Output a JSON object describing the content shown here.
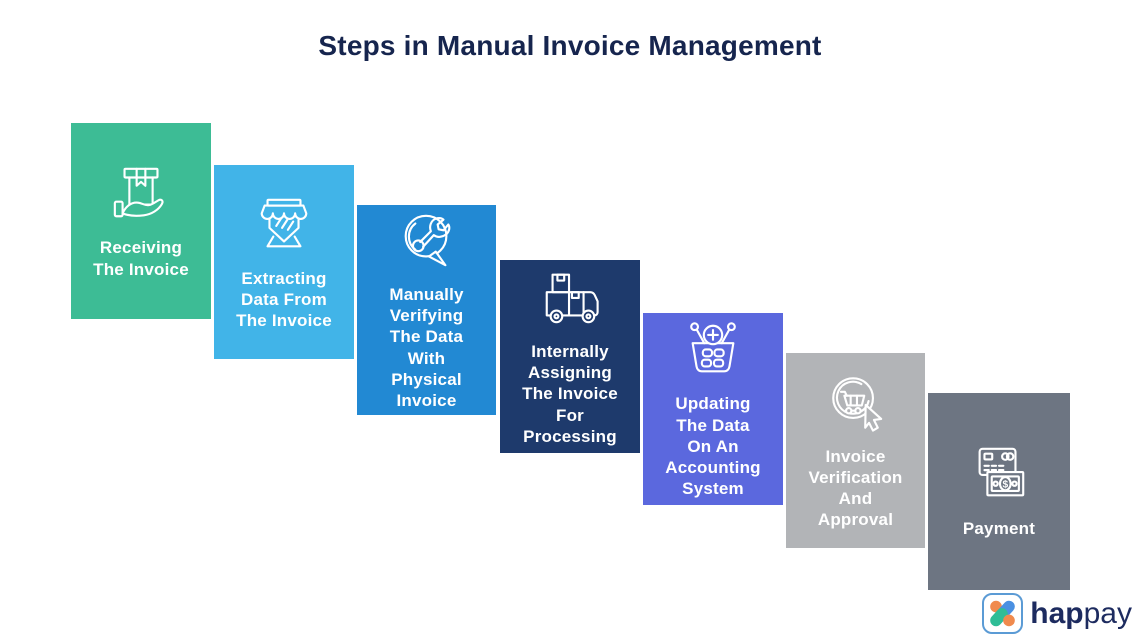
{
  "title": "Steps in Manual Invoice Management",
  "steps": [
    {
      "label": "Receiving\nThe Invoice",
      "color": "#3DBC95",
      "icon": "hand-holding-box-icon"
    },
    {
      "label": "Extracting\nData From\nThe Invoice",
      "color": "#41B4E8",
      "icon": "storefront-extract-icon"
    },
    {
      "label": "Manually\nVerifying\nThe Data\nWith\nPhysical\nInvoice",
      "color": "#2289D3",
      "icon": "wrench-speech-bubble-icon"
    },
    {
      "label": "Internally\nAssigning\nThe Invoice\nFor\nProcessing",
      "color": "#1E3A6C",
      "icon": "delivery-truck-icon"
    },
    {
      "label": "Updating\nThe Data\nOn An\nAccounting\nSystem",
      "color": "#5B68DE",
      "icon": "basket-plus-icon"
    },
    {
      "label": "Invoice\nVerification\nAnd\nApproval",
      "color": "#B2B4B7",
      "icon": "cart-cursor-icon"
    },
    {
      "label": "Payment",
      "color": "#6D7582",
      "icon": "card-banknote-icon"
    }
  ],
  "logo": {
    "brand_bold": "hap",
    "brand_rest": "pay"
  },
  "css_vars": {
    "page-bg": "#FFFFFF",
    "title-color": "#16254E",
    "card-text": "#FFFFFF",
    "logo-orange": "#F08A4D",
    "logo-blue": "#4A90E2",
    "logo-green": "#2FBD96",
    "logo-border": "#5B9BD5",
    "logo-text": "#1D2B5F"
  }
}
